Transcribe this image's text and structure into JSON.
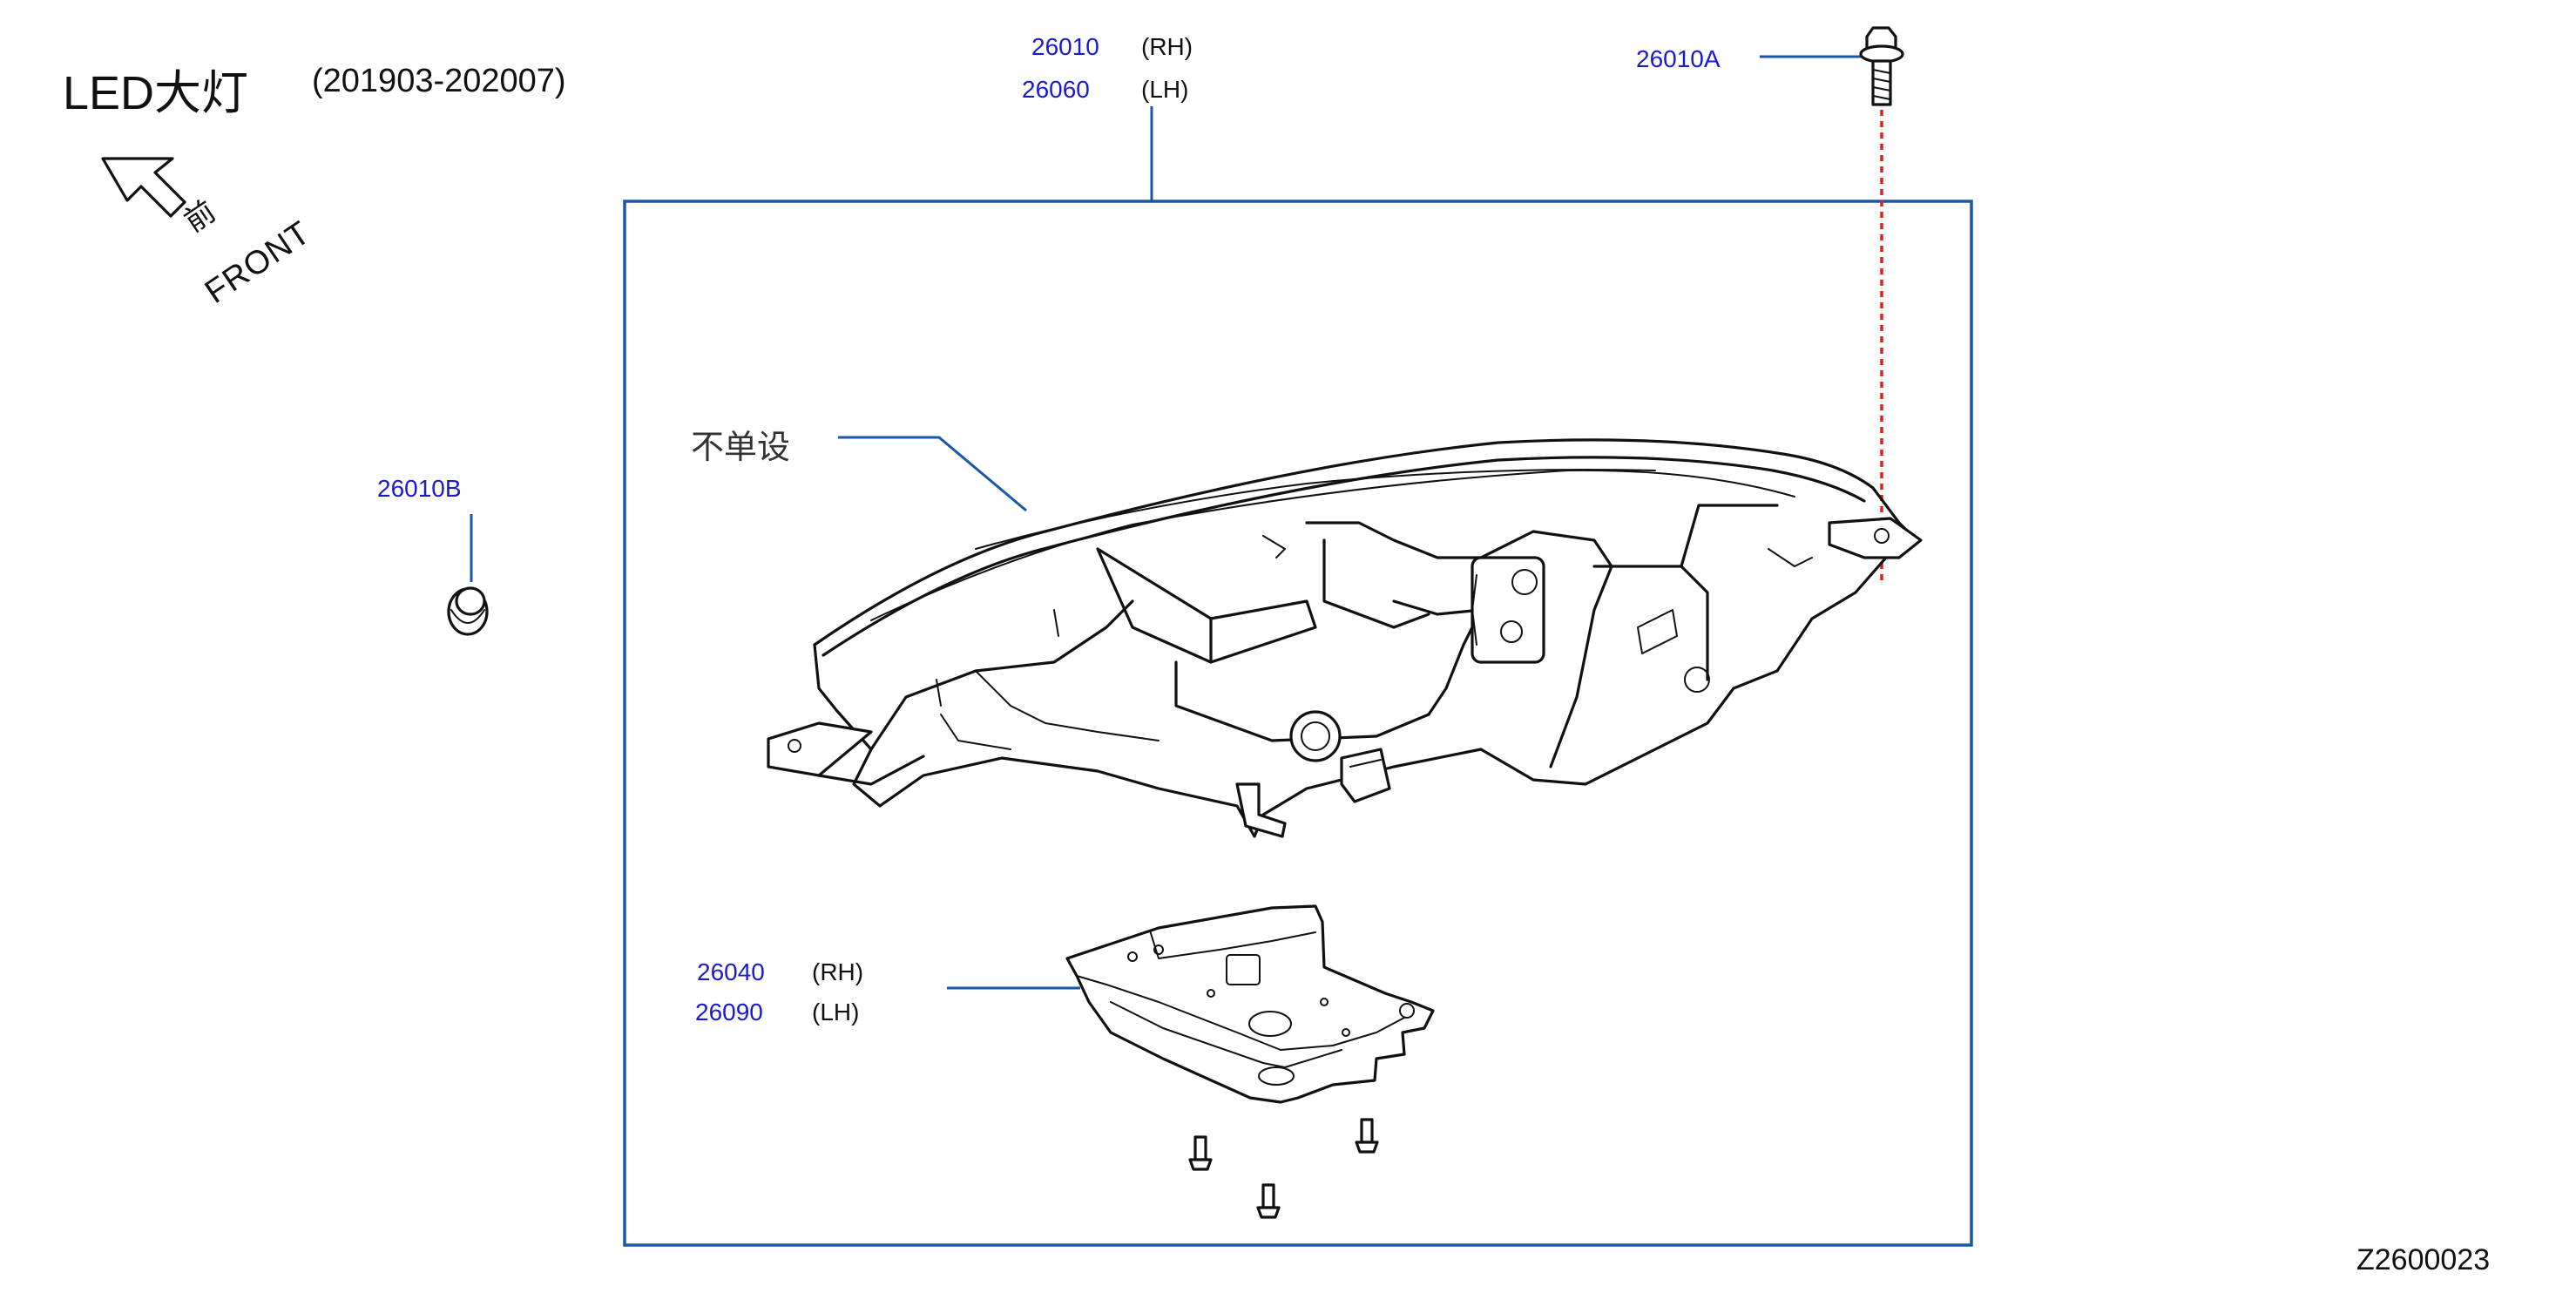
{
  "title": "LED大灯",
  "period": "(201903-202007)",
  "front_char": "前",
  "front_label": "FRONT",
  "diagram_code": "Z2600023",
  "note_not_sold_separately": "不单设",
  "parts": {
    "headlamp_rh": {
      "number": "26010",
      "side": "(RH)"
    },
    "headlamp_lh": {
      "number": "26060",
      "side": "(LH)"
    },
    "bolt": {
      "number": "26010A"
    },
    "cap": {
      "number": "26010B"
    },
    "cover_rh": {
      "number": "26040",
      "side": "(RH)"
    },
    "cover_lh": {
      "number": "26090",
      "side": "(LH)"
    }
  },
  "colors": {
    "part_number": "#1a1ad0",
    "leader_line": "#1c56a8",
    "bolt_axis": "#e02020",
    "drawing": "#111111"
  },
  "icons": [
    "front-arrow-icon",
    "bolt-icon",
    "cap-icon",
    "screw-icon"
  ]
}
